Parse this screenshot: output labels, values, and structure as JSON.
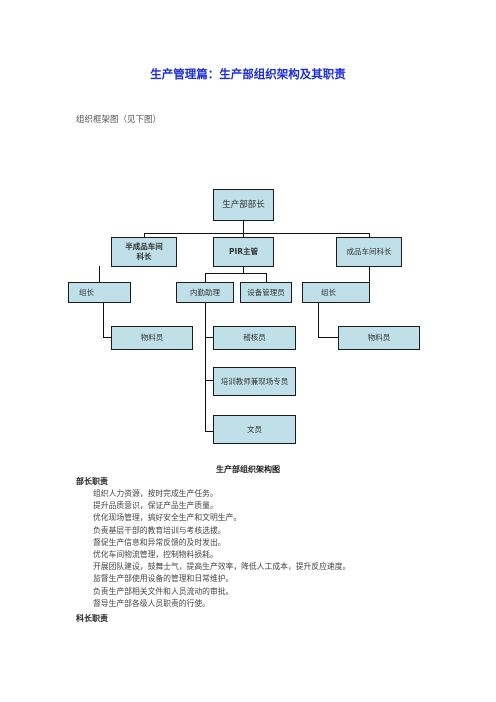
{
  "doc": {
    "title": "生产管理篇：生产部组织架构及其职责",
    "intro": "组织框架图（见下图）"
  },
  "org": {
    "root": "生产部部长",
    "l2": [
      "半成品车间科长",
      "PIR主管",
      "成品车间科长"
    ],
    "l3": [
      "组长",
      "内勤助理",
      "设备管理员",
      "组长"
    ],
    "l4": [
      "物料员",
      "稽核员",
      "物料员"
    ],
    "l5": [
      "培训教师兼现场专员",
      "文员"
    ]
  },
  "caption": "生产部组织架构图",
  "sections": {
    "group_leader_title": "部长职责",
    "group_leader_duties": [
      "组织人力资源，按时完成生产任务。",
      "提升品质意识，保证产品生产质量。",
      "优化现场管理，搞好安全生产和文明生产。",
      "负责基层干部的教育培训与考核选拔。",
      "督促生产信息和异常反馈的及时发出。",
      "优化车间物流管理，控制物料损耗。",
      "开展团队建设，鼓舞士气，提高生产效率，降低人工成本，提升反应速度。",
      "监督生产部使用设备的管理和日常维护。",
      "负责生产部相关文件和人员流动的审批。",
      "督导生产部各级人员职责的行使。"
    ],
    "section_chief_title": "科长职责"
  }
}
